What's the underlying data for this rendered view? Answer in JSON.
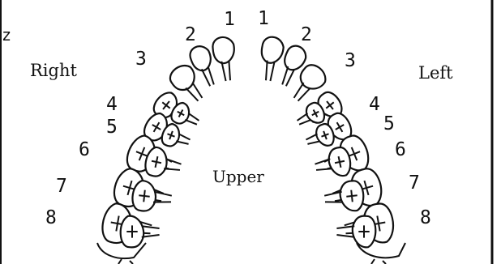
{
  "figure": {
    "corner_mark": "z",
    "side_labels": {
      "right": "Right",
      "left": "Left"
    },
    "arch_label": "Upper",
    "tooth_numbers_right": [
      "1",
      "2",
      "3",
      "4",
      "5",
      "6",
      "7",
      "8"
    ],
    "tooth_numbers_left": [
      "1",
      "2",
      "3",
      "4",
      "5",
      "6",
      "7",
      "8"
    ],
    "ink_color": "#111111",
    "background_color": "#ffffff"
  }
}
